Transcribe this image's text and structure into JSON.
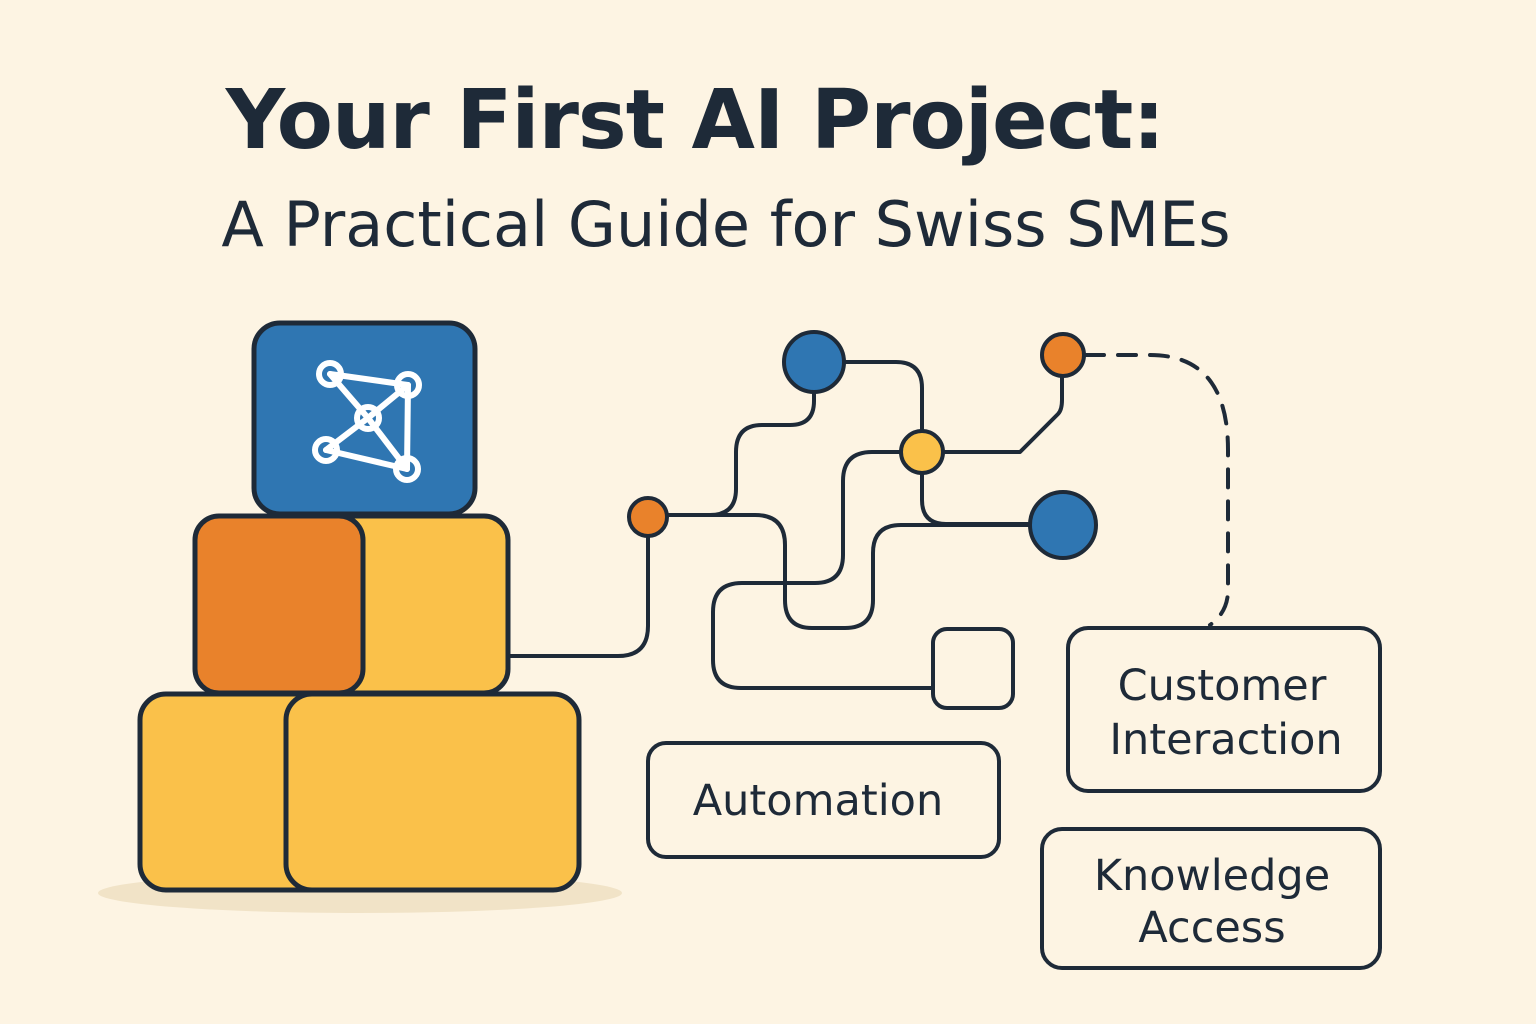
{
  "header": {
    "title": "Your First AI Project:",
    "subtitle": "A Practical Guide for Swiss SMEs"
  },
  "icons": {
    "top_block": "network-graph-icon"
  },
  "colors": {
    "background": "#FDF4E3",
    "outline": "#1E2A38",
    "blue": "#2F76B2",
    "orange": "#E9822B",
    "yellow": "#FAC14A"
  },
  "labels": {
    "automation": "Automation",
    "customer_line1": "Customer",
    "customer_line2": "Interaction",
    "knowledge_line1": "Knowledge",
    "knowledge_line2": "Access"
  }
}
